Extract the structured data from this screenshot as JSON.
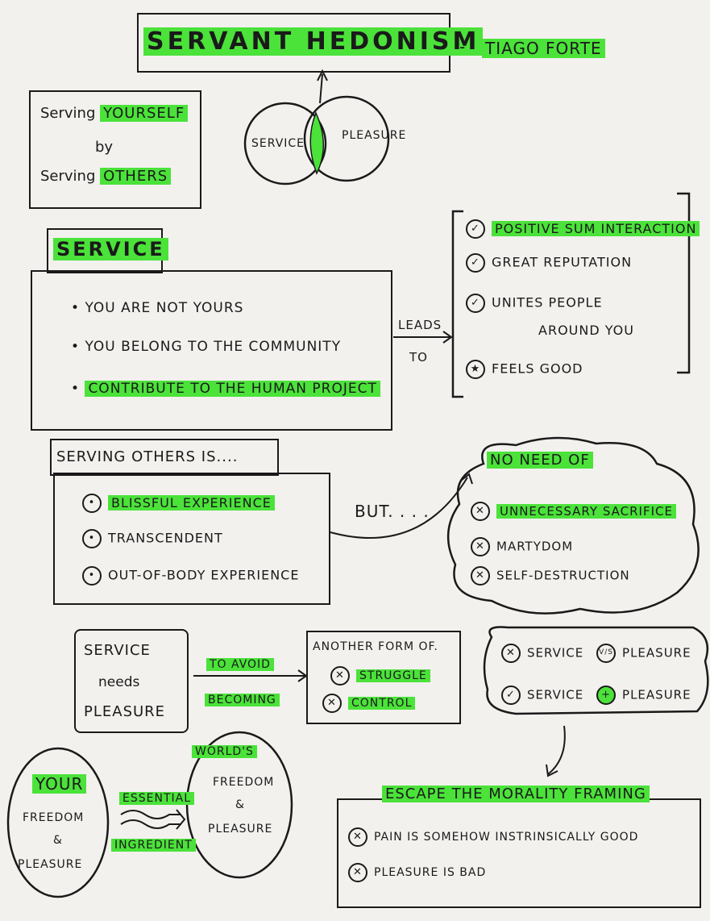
{
  "header": {
    "title": "SERVANT HEDONISM",
    "dash": "-",
    "author": "TIAGO FORTE"
  },
  "definition": {
    "line1_prefix": "Serving",
    "line1_hl": "YOURSELF",
    "line2": "by",
    "line3_prefix": "Serving",
    "line3_hl": "OTHERS"
  },
  "venn": {
    "left": "SERVICE",
    "right": "PLEASURE"
  },
  "service": {
    "heading": "SERVICE",
    "bullets": [
      "You ARE NOT YOURS",
      "You BELONG TO THE COMMUNITY",
      "CONTRIBUTE TO THE HUMAN PROJECT"
    ],
    "leads": "LEADS",
    "to": "TO",
    "outcomes": [
      {
        "mark": "✓",
        "text": "POSITIVE SUM INTERACTION"
      },
      {
        "mark": "✓",
        "text": "GREAT REPUTATION"
      },
      {
        "mark": "✓",
        "text": "UNITES PEOPLE"
      },
      {
        "mark": "",
        "text": "AROUND YOU"
      },
      {
        "mark": "★",
        "text": "FEELS GOOD"
      }
    ]
  },
  "serving_others": {
    "heading": "SERVING OTHERS IS....",
    "items": [
      "BLISSFUL EXPERIENCE",
      "TRANSCENDENT",
      "OUT-OF-BODY EXPERIENCE"
    ],
    "but": "BUT. . . ."
  },
  "no_need": {
    "heading": "NO NEED OF",
    "items": [
      "UNNECESSARY SACRIFICE",
      "MARTYDOM",
      "SELF-DESTRUCTION"
    ]
  },
  "needs": {
    "line1": "SERVICE",
    "line2": "needs",
    "line3": "PLEASURE",
    "arrow_top": "to AVOID",
    "arrow_bottom": "BECOMING",
    "another_form": "ANOTHER FORM OF.",
    "forms": [
      "STRUGGLE",
      "CONTROL"
    ]
  },
  "versus": {
    "row1_left": "SERVICE",
    "row1_op": "V/S",
    "row1_right": "PLEASURE",
    "row2_left": "SERVICE",
    "row2_op": "+",
    "row2_right": "PLEASURE"
  },
  "freedom": {
    "your": "YOUR",
    "your_rest1": "FREEDOM",
    "your_amp": "&",
    "your_rest2": "PLEASURE",
    "essential": "ESSENTIAL",
    "ingredient": "INGREDIENT",
    "worlds": "WORLD'S",
    "worlds_rest1": "FREEDOM",
    "worlds_amp": "&",
    "worlds_rest2": "PLEASURE"
  },
  "escape": {
    "heading": "ESCAPE THE MORALITY FRAMING",
    "items": [
      "PAIN IS SOMEHOW INSTRINSICALLY GOOD",
      "PLEASURE IS BAD"
    ]
  },
  "colors": {
    "highlight": "#4be23a",
    "ink": "#1a1a1a",
    "paper": "#f2f1ee"
  }
}
